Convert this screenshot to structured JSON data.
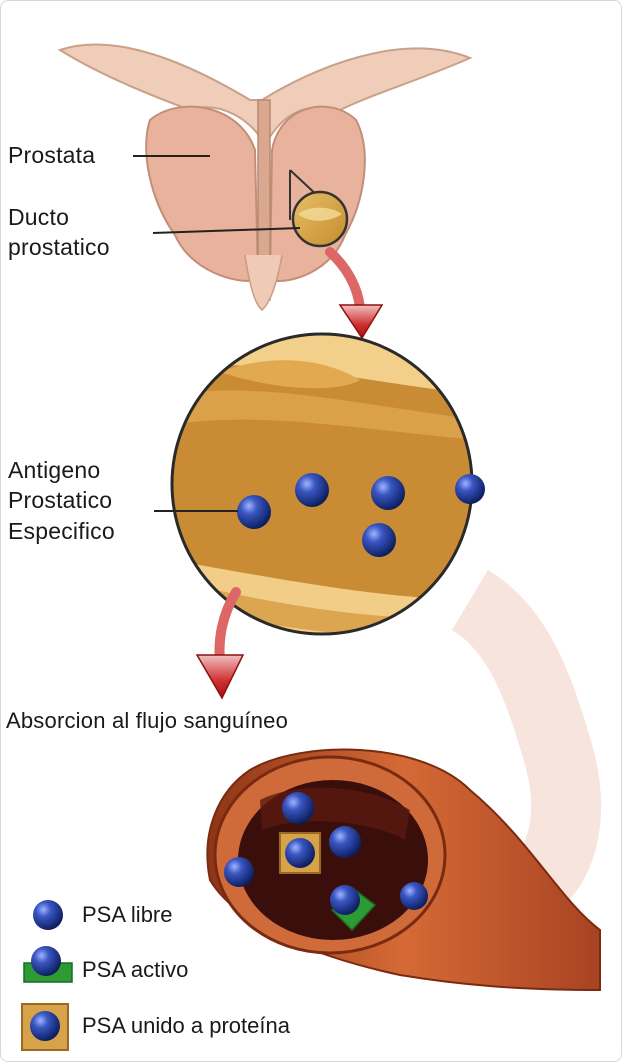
{
  "labels": {
    "prostate": "Prostata",
    "duct_line1": "Ducto",
    "duct_line2": "prostatico",
    "psa_line1": "Antigeno",
    "psa_line2": "Prostatico",
    "psa_line3": "Especifico",
    "absorption": "Absorcion al flujo sanguíneo"
  },
  "legend": {
    "free": "PSA libre",
    "active": "PSA activo",
    "bound": "PSA unido a proteína"
  },
  "colors": {
    "tissue": "#e7b49c",
    "duct_fill": "#d6a53c",
    "vessel": "#c85a2e",
    "arrow": "#c01b1b",
    "psa_molecule": "#1f3d9a",
    "active_marker": "#2c9a35",
    "bound_marker": "#d6a24a"
  }
}
